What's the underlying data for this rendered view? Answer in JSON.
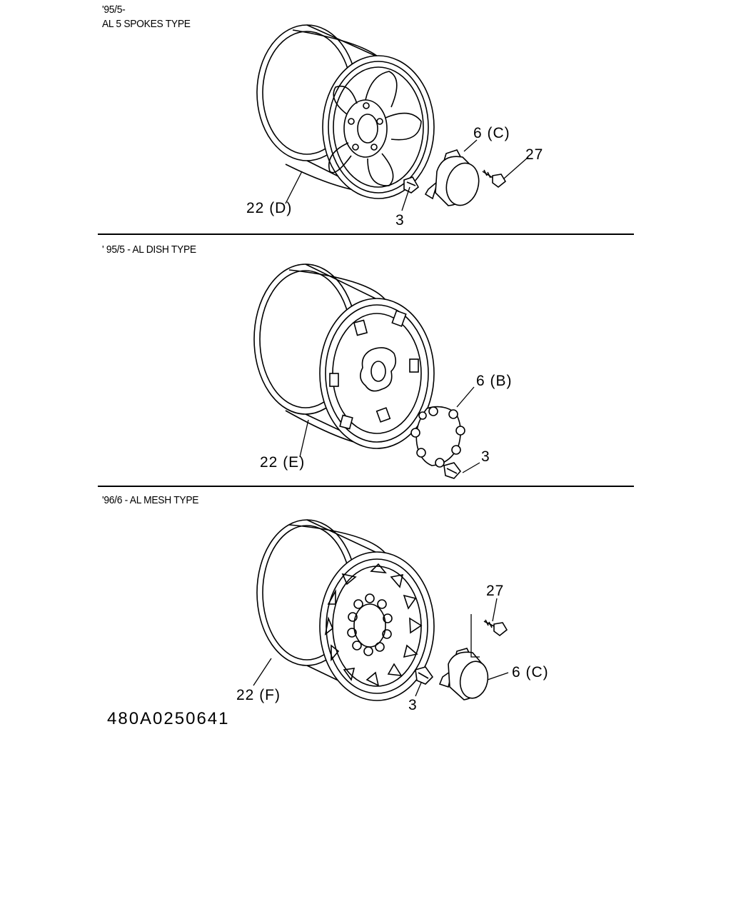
{
  "sections": [
    {
      "title_line1": "'95/5-",
      "title_line2": "AL 5 SPOKES TYPE",
      "labels": {
        "wheel": "22 (D)",
        "nut": "3",
        "cap": "6 (C)",
        "screw": "27"
      }
    },
    {
      "title": "' 95/5 - AL DISH TYPE",
      "labels": {
        "wheel": "22 (E)",
        "nut": "3",
        "cap": "6 (B)"
      }
    },
    {
      "title": "'96/6 - AL MESH TYPE",
      "labels": {
        "wheel": "22 (F)",
        "nut": "3",
        "cap": "6 (C)",
        "screw": "27"
      }
    }
  ],
  "figure_id": "480A0250641"
}
